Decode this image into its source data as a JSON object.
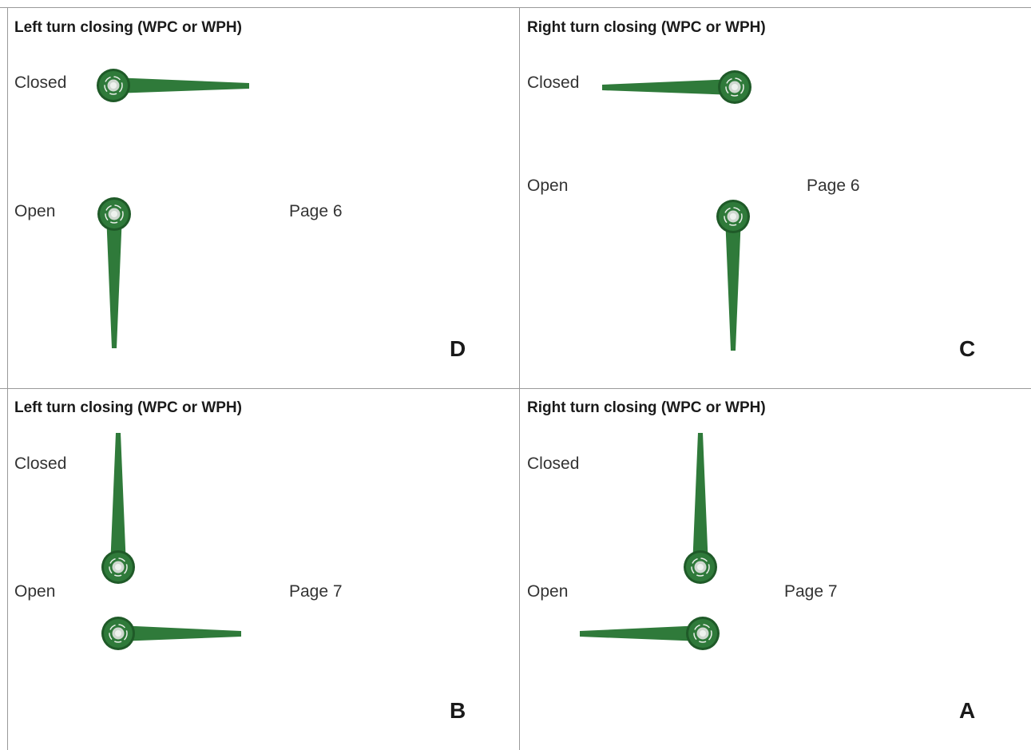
{
  "panels": [
    {
      "id": "D",
      "heading": "Left turn closing (WPC or WPH)",
      "closed": "Closed",
      "open": "Open",
      "page": "Page 6",
      "letter": "D"
    },
    {
      "id": "C",
      "heading": "Right turn closing (WPC or WPH)",
      "closed": "Closed",
      "open": "Open",
      "page": "Page 6",
      "letter": "C"
    },
    {
      "id": "B",
      "heading": "Left turn closing (WPC or WPH)",
      "closed": "Closed",
      "open": "Open",
      "page": "Page 7",
      "letter": "B"
    },
    {
      "id": "A",
      "heading": "Right turn closing (WPC or WPH)",
      "closed": "Closed",
      "open": "Open",
      "page": "Page 7",
      "letter": "A"
    }
  ],
  "colors": {
    "handle": "#2f7a3a",
    "handle_dark": "#1f5a28",
    "hub": "#cfd8d0",
    "border": "#9a9a9a"
  },
  "icons": {
    "handle": "valve-handle-icon"
  }
}
